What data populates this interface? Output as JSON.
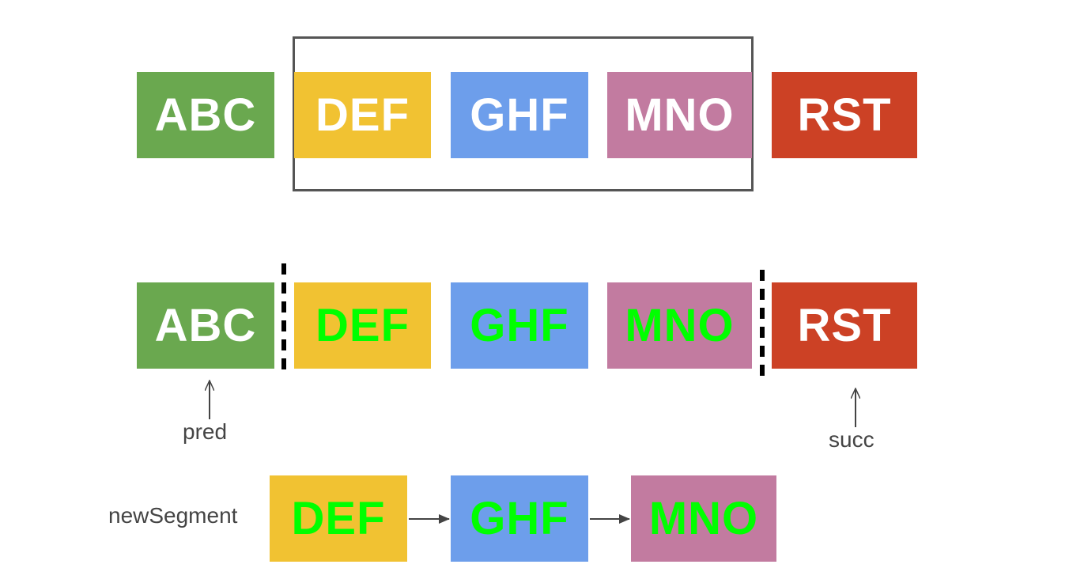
{
  "colors": {
    "green": "#6aa84f",
    "yellow": "#f1c232",
    "blue": "#6d9eeb",
    "pink": "#c27ba0",
    "red": "#cc4125",
    "text_highlight": "#00ff00"
  },
  "row1": {
    "a": "ABC",
    "b": "DEF",
    "c": "GHF",
    "d": "MNO",
    "e": "RST"
  },
  "row2": {
    "a": "ABC",
    "b": "DEF",
    "c": "GHF",
    "d": "MNO",
    "e": "RST"
  },
  "row3": {
    "b": "DEF",
    "c": "GHF",
    "d": "MNO"
  },
  "labels": {
    "pred": "pred",
    "succ": "succ",
    "new_segment": "newSegment"
  }
}
